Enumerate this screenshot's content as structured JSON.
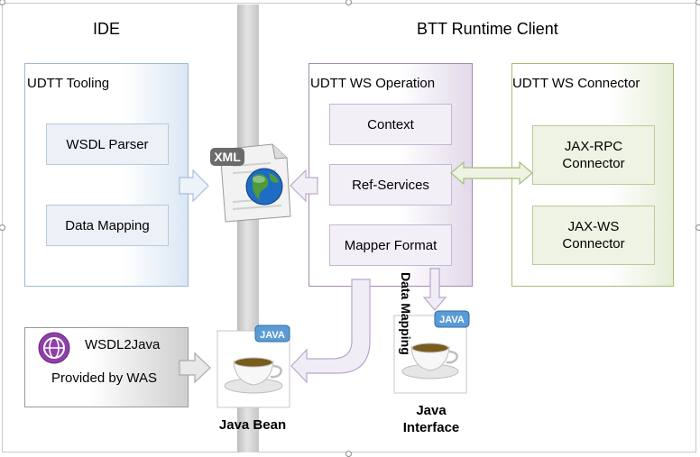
{
  "sections": {
    "ide": "IDE",
    "runtime": "BTT Runtime Client"
  },
  "tooling": {
    "title": "UDTT Tooling",
    "wsdl_parser": "WSDL Parser",
    "data_mapping": "Data Mapping"
  },
  "ws_operation": {
    "title": "UDTT WS Operation",
    "context": "Context",
    "ref_services": "Ref-Services",
    "mapper_format": "Mapper Format"
  },
  "ws_connector": {
    "title": "UDTT WS Connector",
    "jax_rpc": "JAX-RPC\nConnector",
    "jax_ws": "JAX-WS\nConnector"
  },
  "xml_doc": {
    "badge": "XML",
    "icon": "globe-icon"
  },
  "wsdl2java": {
    "name": "WSDL2Java",
    "provided_by": "Provided by WAS",
    "icon": "was-globe-icon"
  },
  "java_bean": {
    "badge": "JAVA",
    "caption": "Java Bean",
    "icon": "coffee-cup-icon"
  },
  "java_interface": {
    "badge": "JAVA",
    "caption": "Java\nInterface",
    "icon": "coffee-cup-icon"
  },
  "data_mapping_arrow_label": "Data Mapping",
  "colors": {
    "tooling_border": "#9fb8d8",
    "operation_border": "#a48ab8",
    "connector_border": "#a8bd78",
    "divider": "#cfcfcf"
  }
}
